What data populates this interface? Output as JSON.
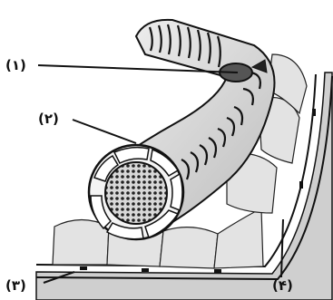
{
  "diagram": {
    "labels": [
      {
        "id": "1",
        "text": "(۱)"
      },
      {
        "id": "2",
        "text": "(۲)"
      },
      {
        "id": "3",
        "text": "(۳)"
      },
      {
        "id": "4",
        "text": "(۴)"
      }
    ],
    "colors": {
      "ink": "#111111",
      "shade": "#9a9a9a",
      "light": "#e6e6e6",
      "mid": "#c4c4c4"
    }
  }
}
